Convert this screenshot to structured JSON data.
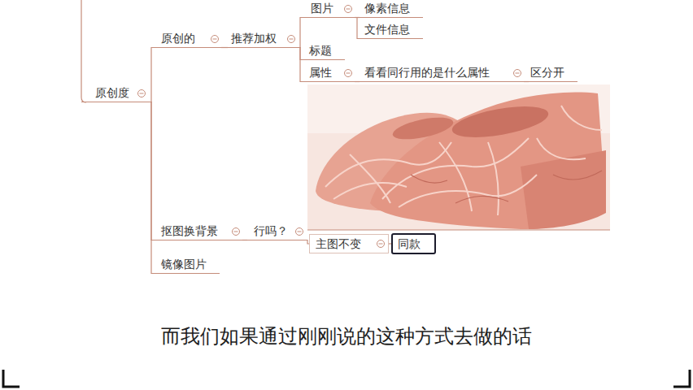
{
  "diagram": {
    "caption": "而我们如果通过刚刚说的这种方式去做的话",
    "nodes": [
      {
        "text": [
          "原创度"
        ]
      },
      {
        "text": [
          "原创的"
        ]
      },
      {
        "text": [
          "推荐加权"
        ]
      },
      {
        "text": [
          "图片"
        ]
      },
      {
        "text": [
          "像素信息"
        ]
      },
      {
        "text": [
          "文件信息"
        ]
      },
      {
        "text": [
          "标题"
        ]
      },
      {
        "text": [
          "属性"
        ]
      },
      {
        "text": [
          "看看同行用的是什么属性"
        ]
      },
      {
        "text": [
          "区分开"
        ]
      },
      {
        "text": [
          "抠图换背景"
        ]
      },
      {
        "text": [
          "行吗？"
        ]
      },
      {
        "text": [
          "主图不变"
        ]
      },
      {
        "text": [
          "同款"
        ]
      },
      {
        "text": [
          "镜像图片"
        ]
      }
    ],
    "edges": [
      {
        "from": 0,
        "to": 1,
        "arrow": "none"
      },
      {
        "from": 0,
        "to": 10,
        "arrow": "none"
      },
      {
        "from": 0,
        "to": 14,
        "arrow": "none"
      },
      {
        "from": 1,
        "to": 2,
        "arrow": "none"
      },
      {
        "from": 2,
        "to": 3,
        "arrow": "none"
      },
      {
        "from": 2,
        "to": 6,
        "arrow": "none"
      },
      {
        "from": 2,
        "to": 7,
        "arrow": "none"
      },
      {
        "from": 3,
        "to": 4,
        "arrow": "none"
      },
      {
        "from": 3,
        "to": 5,
        "arrow": "none"
      },
      {
        "from": 7,
        "to": 8,
        "arrow": "none"
      },
      {
        "from": 8,
        "to": 9,
        "arrow": "none"
      },
      {
        "from": 10,
        "to": 11,
        "arrow": "none"
      },
      {
        "from": 11,
        "to": 12,
        "arrow": "none"
      },
      {
        "from": 12,
        "to": 13,
        "arrow": "none"
      }
    ]
  }
}
